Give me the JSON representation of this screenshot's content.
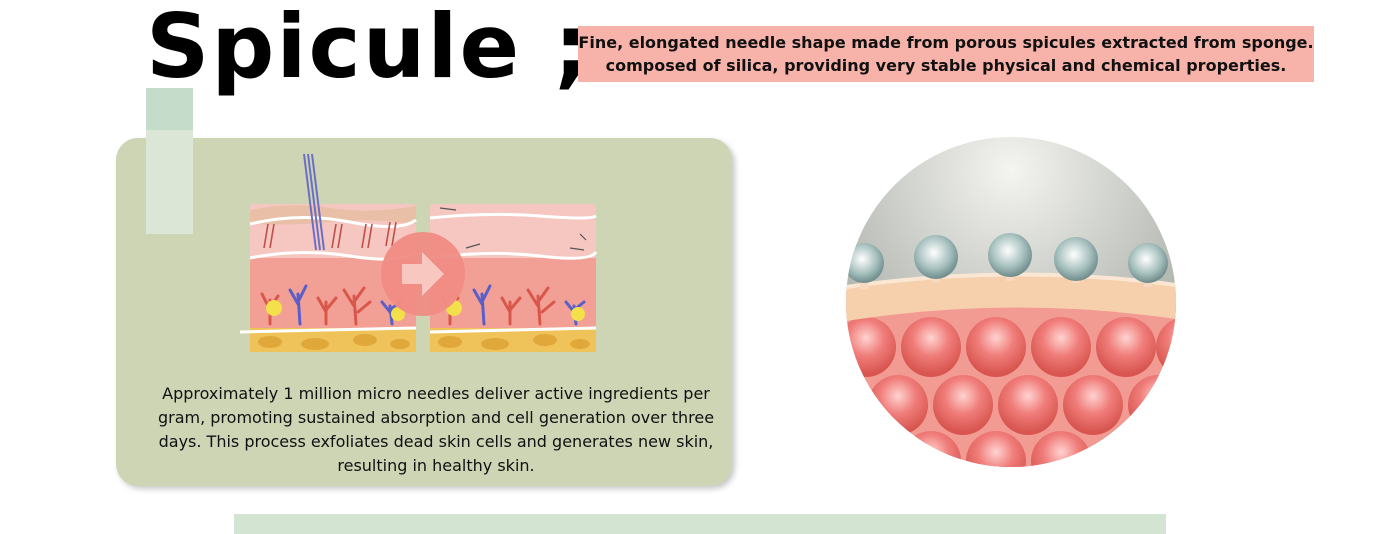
{
  "title": "Spicule ;",
  "subtitle": {
    "line1": "Fine, elongated needle shape made from porous spicules extracted from sponge.",
    "line2": "composed of silica, providing very stable physical and chemical properties."
  },
  "card": {
    "description": "Approximately 1 million micro needles deliver active ingredients per gram, promoting sustained absorption and cell generation over three days. This process exfoliates dead skin cells and generates new skin, resulting in healthy skin."
  },
  "icons": {
    "arrow": "arrow-right-icon"
  },
  "colors": {
    "subtitle_bg": "#f7b3aa",
    "card_bg": "#cdd5b5",
    "accent_arrow": "#f08c84",
    "deco_green": "#c5dccb"
  }
}
